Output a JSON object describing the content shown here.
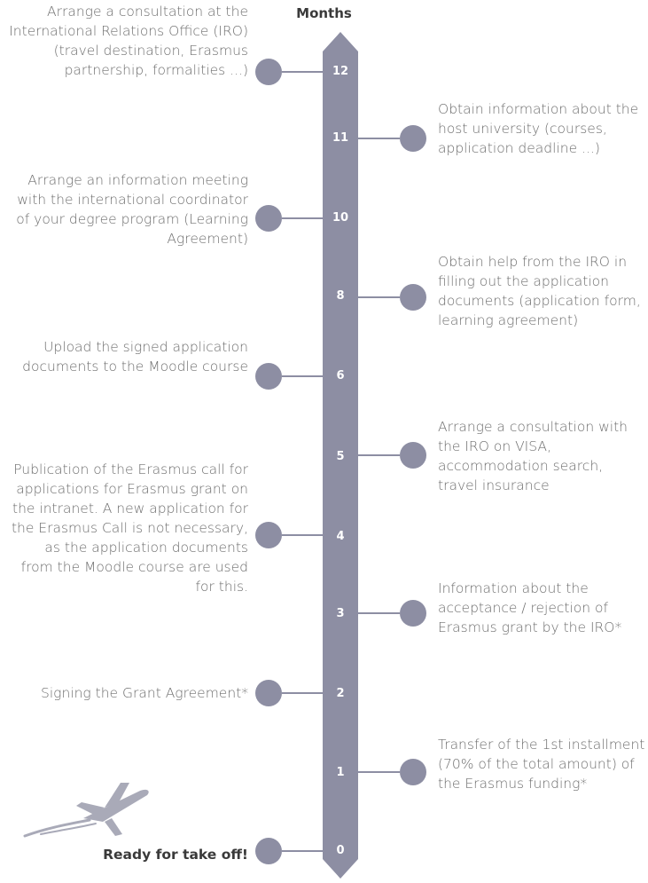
{
  "header": "Months",
  "colors": {
    "bar": "#8d8ea3",
    "text": "#6e6e6e",
    "plane": "#a9aab8"
  },
  "months": [
    "12",
    "11",
    "10",
    "8",
    "6",
    "5",
    "4",
    "3",
    "2",
    "1",
    "0"
  ],
  "left_events": [
    {
      "month": "12",
      "text": "Arrange a consultation at the International Relations Office (IRO) (travel destination, Erasmus partnership, formalities ...)"
    },
    {
      "month": "10",
      "text": "Arrange an information meeting with the international coordinator of your degree program (Learning Agreement)"
    },
    {
      "month": "6",
      "text": "Upload the signed application documents to the Moodle course"
    },
    {
      "month": "4",
      "text": "Publication of the Erasmus call for applications for Erasmus grant on the intranet. A new application for the Erasmus Call is not necessary, as the application documents from the Moodle course are used for this."
    },
    {
      "month": "2",
      "text": "Signing the Grant Agreement*"
    },
    {
      "month": "0",
      "text": "Ready for take off!"
    }
  ],
  "right_events": [
    {
      "month": "11",
      "text": "Obtain information about the host university (courses, application deadline ...)"
    },
    {
      "month": "8",
      "text": "Obtain help from the IRO in filling out the application documents (application form, learning agreement)"
    },
    {
      "month": "5",
      "text": "Arrange a consultation with the IRO on VISA, accommodation search, travel insurance"
    },
    {
      "month": "3",
      "text": "Information about the acceptance / rejection of Erasmus grant by the IRO*"
    },
    {
      "month": "1",
      "text": "Transfer of the 1st installment (70% of the total amount) of the Erasmus funding*"
    }
  ],
  "icons": {
    "plane": "airplane-icon"
  }
}
